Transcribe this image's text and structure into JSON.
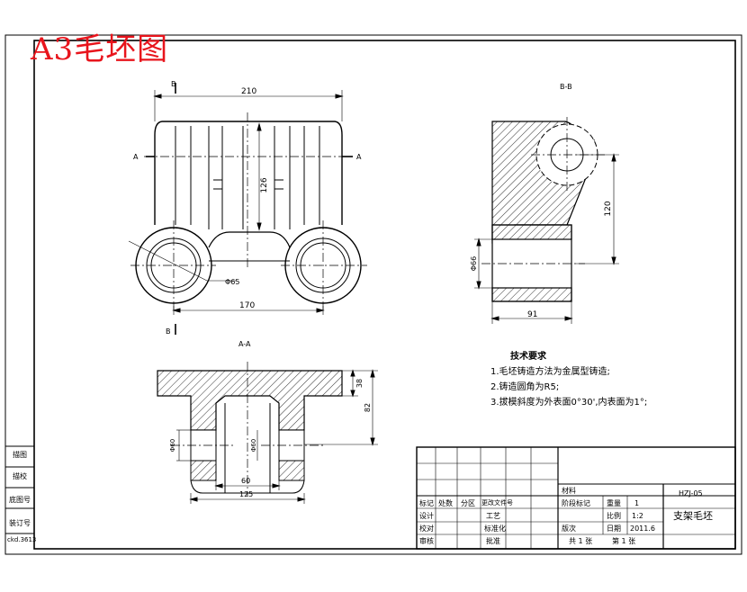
{
  "title": "A3毛坯图",
  "views": {
    "front_section_top": "B",
    "front_section_bottom": "B",
    "front_section_left": "A",
    "front_section_right": "A",
    "section_bb": "B-B",
    "section_aa": "A-A"
  },
  "dimensions": {
    "overall_width": "210",
    "center_distance": "170",
    "height_126": "126",
    "hole_dia": "Φ65",
    "bb_height": "120",
    "bb_bore": "Φ66",
    "bb_width": "91",
    "aa_top": "38",
    "aa_total": "82",
    "aa_inner": "60",
    "aa_outer": "125",
    "aa_bore_left": "Φ60",
    "aa_bore_right": "Φ60"
  },
  "tech_notes": {
    "heading": "技术要求",
    "items": [
      "1.毛坯铸造方法为金属型铸造;",
      "2.铸造圆角为R5;",
      "3.拔模斜度为外表面0°30',内表面为1°;"
    ]
  },
  "left_strip": [
    "描图",
    "描校",
    "底图号",
    "装订号",
    "ckd.3613"
  ],
  "title_block": {
    "drawing_no": "HZJ-05",
    "part_name": "支架毛坯",
    "label_stage": "阶段标记",
    "label_weight": "重量",
    "weight": "1",
    "label_scale": "比例",
    "scale": "1:2",
    "label_date": "日期",
    "date": "2011.6",
    "label_material": "材料",
    "label_version": "版次",
    "label_mark": "标记",
    "label_count": "处数",
    "label_zone": "分区",
    "label_change": "更改文件号",
    "label_design": "设计",
    "label_process": "工艺",
    "label_check": "校对",
    "label_std": "标准化",
    "label_review": "审核",
    "label_approve": "批准",
    "sheets": "共 1 张",
    "sheet_no": "第 1 张"
  },
  "colors": {
    "title": "#e8141c",
    "line": "#000000"
  }
}
